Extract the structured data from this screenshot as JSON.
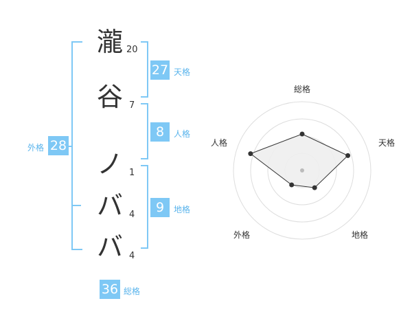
{
  "name": {
    "chars": [
      {
        "char": "瀧",
        "strokes": "20"
      },
      {
        "char": "谷",
        "strokes": "7"
      },
      {
        "char": "ノ",
        "strokes": "1"
      },
      {
        "char": "バ",
        "strokes": "4"
      },
      {
        "char": "バ",
        "strokes": "4"
      }
    ]
  },
  "fortune": {
    "tenkaku": {
      "value": "27",
      "label": "天格"
    },
    "jinkaku": {
      "value": "8",
      "label": "人格"
    },
    "chikaku": {
      "value": "9",
      "label": "地格"
    },
    "gaikaku": {
      "value": "28",
      "label": "外格"
    },
    "soukaku": {
      "value": "36",
      "label": "総格"
    }
  },
  "colors": {
    "accent": "#7ec8f5",
    "label": "#5ab4ec",
    "text": "#333333"
  },
  "chart_data": {
    "type": "radar",
    "axes": [
      "総格",
      "天格",
      "地格",
      "外格",
      "人格"
    ],
    "values": [
      0.53,
      0.7,
      0.31,
      0.26,
      0.79
    ],
    "rings": 4,
    "max": 1
  }
}
